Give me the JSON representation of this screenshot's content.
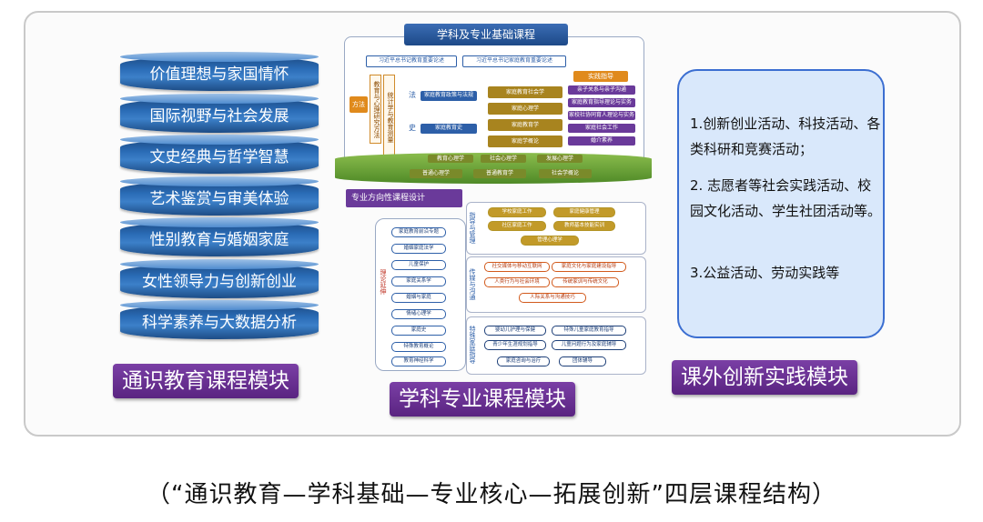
{
  "general_module": {
    "items": [
      "价值理想与家国情怀",
      "国际视野与社会发展",
      "文史经典与哲学智慧",
      "艺术鉴赏与审美体验",
      "性别教育与婚姻家庭",
      "女性领导力与创新创业",
      "科学素养与大数据分析"
    ],
    "label": "通识教育课程模块"
  },
  "discipline_module": {
    "top_title": "学科及专业基础课程",
    "top_tags": [
      "习近平总书记教育重要论述",
      "习近平总书记家庭教育重要论述"
    ],
    "method_label": "方法",
    "method_sub": "教育与心理研究方法",
    "stats_sub": "统计学与教育测量",
    "law_label": "法",
    "law_box": "家庭教育政策与法规",
    "history_label": "史",
    "history_box": "家庭教育史",
    "core_courses": [
      "家庭教育社会学",
      "家庭心理学",
      "家庭教育学",
      "家庭学概论"
    ],
    "practice_title": "实践指导",
    "practice_items": [
      "亲子关系与亲子沟通",
      "家庭教育指导理论与实务",
      "家校社协同育人理论与实务",
      "家庭社会工作",
      "婚介素养"
    ],
    "band_upper": [
      "教育心理学",
      "社会心理学",
      "发展心理学"
    ],
    "band_lower": [
      "普通心理学",
      "普通教育学",
      "社会学概论"
    ],
    "direction_title": "专业方向性课程设计",
    "theory_label": "理论延伸",
    "theory_items": [
      "家庭教育前沿专题",
      "婚姻家庭法学",
      "儿童保护",
      "家庭关系学",
      "婚姻与家庭",
      "情绪心理学",
      "家庭史",
      "特殊教育概论",
      "教育神经科学"
    ],
    "mgmt_label": "指导与管理",
    "mgmt_items": [
      "学校家庭工作",
      "家庭健康管理",
      "社区家庭工作",
      "教师基本技能实训",
      "管理心理学"
    ],
    "media_label": "传媒与沟通",
    "media_items": [
      "社交媒体与移动互联网",
      "家庭文化与家庭建设指导",
      "人类行为与社会环境",
      "传统家训与传统文化",
      "人际关系与沟通技巧"
    ],
    "special_label": "特殊家庭指导",
    "special_items": [
      "婴幼儿护理与保健",
      "特殊儿童家庭教育指导",
      "青少年生涯规划指导",
      "儿童问题行为及家庭辅导",
      "家庭咨询与治疗",
      "团体辅导"
    ],
    "label": "学科专业课程模块"
  },
  "practice_module": {
    "items": [
      "1.创新创业活动、科技活动、各类科研和竞赛活动；",
      "2. 志愿者等社会实践活动、校园文化活动、学生社团活动等。",
      "3.公益活动、劳动实践等"
    ],
    "label": "课外创新实践模块"
  },
  "caption": "（“通识教育—学科基础—专业核心—拓展创新”四层课程结构）"
}
